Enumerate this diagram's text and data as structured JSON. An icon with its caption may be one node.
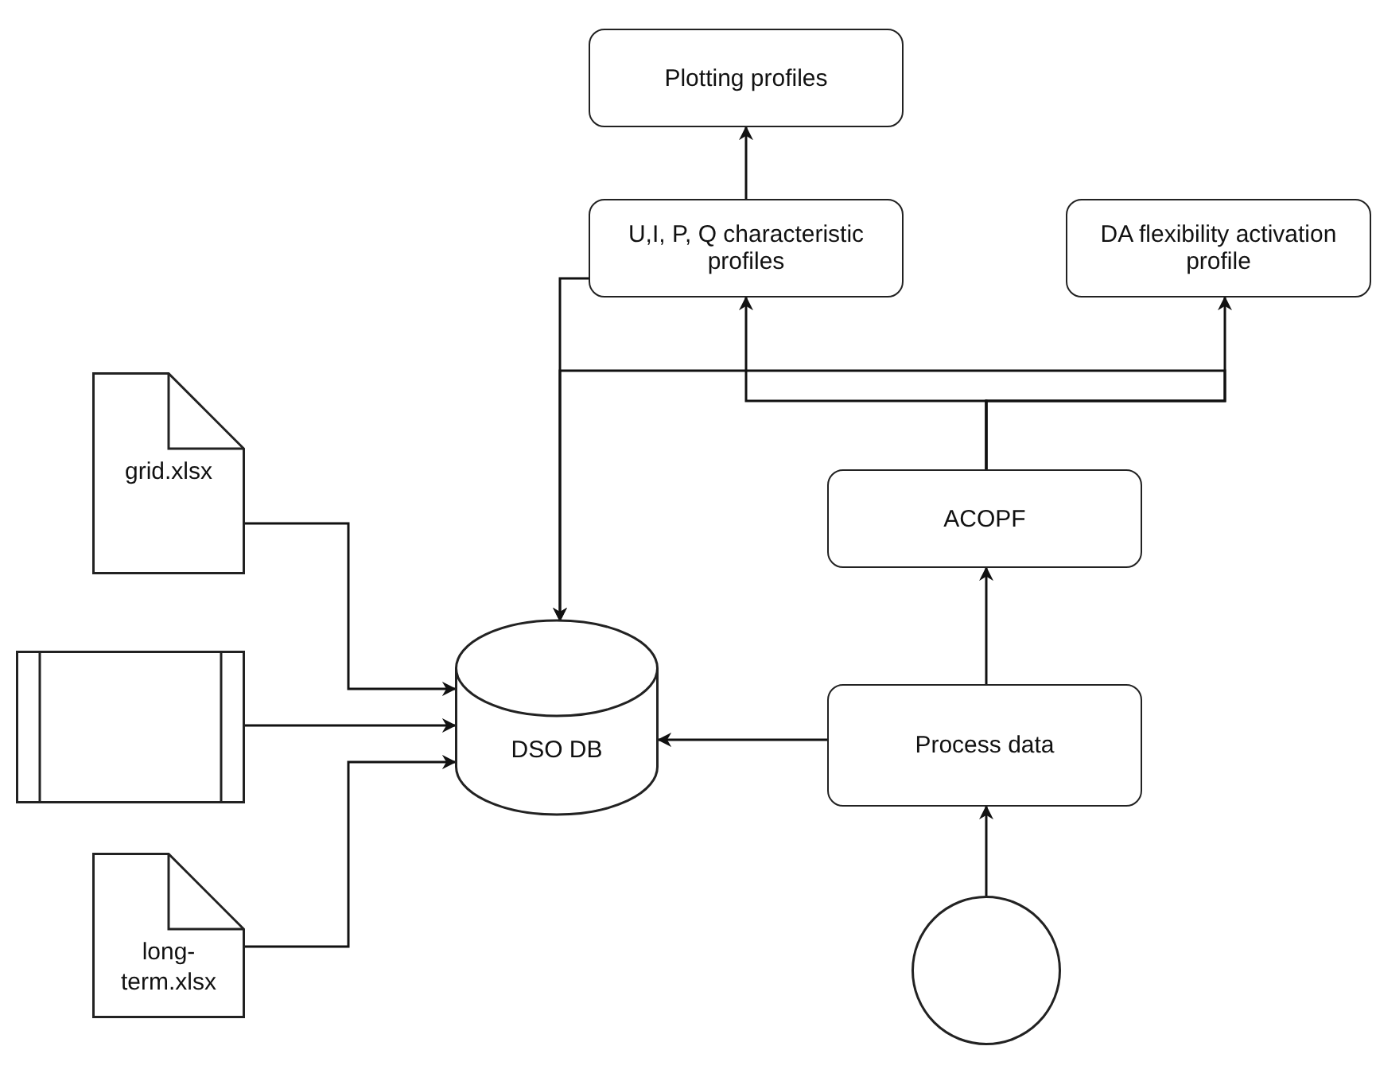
{
  "diagram": {
    "nodes": [
      {
        "text": [
          "Plotting profiles"
        ]
      },
      {
        "text": [
          "U,I, P, Q characteristic profiles"
        ]
      },
      {
        "text": [
          "DA flexibility activation profile"
        ]
      },
      {
        "text": [
          "grid.xlsx"
        ]
      },
      {
        "text": [
          "ACOPF"
        ]
      },
      {
        "text": [],
        "shape": "box"
      },
      {
        "text": [
          "DSO DB"
        ]
      },
      {
        "text": [
          "Process data"
        ]
      },
      {
        "text": [
          "long-term.xlsx"
        ]
      },
      {
        "text": [],
        "shape": "circle"
      }
    ],
    "edges": [
      {
        "from": 1,
        "to": 0,
        "arrow": "to"
      },
      {
        "from": 4,
        "to": 1,
        "arrow": "to"
      },
      {
        "from": 4,
        "to": 2,
        "arrow": "to"
      },
      {
        "from": 1,
        "to": 6,
        "arrow": "to"
      },
      {
        "from": 4,
        "to": 6,
        "arrow": "to"
      },
      {
        "from": 3,
        "to": 6,
        "arrow": "to"
      },
      {
        "from": 5,
        "to": 6,
        "arrow": "to"
      },
      {
        "from": 8,
        "to": 6,
        "arrow": "to"
      },
      {
        "from": 7,
        "to": 6,
        "arrow": "to"
      },
      {
        "from": 7,
        "to": 4,
        "arrow": "to"
      },
      {
        "from": 9,
        "to": 7,
        "arrow": "to"
      }
    ]
  }
}
